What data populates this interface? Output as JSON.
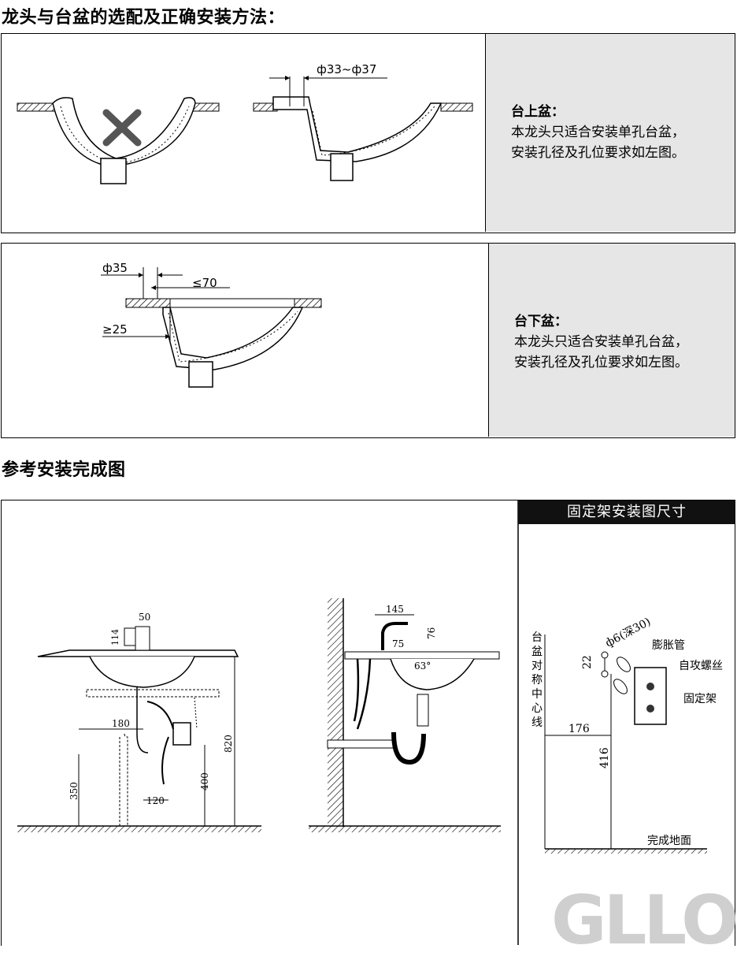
{
  "sections": {
    "title1": "龙头与台盆的选配及正确安装方法：",
    "title2": "参考安装完成图"
  },
  "above_counter": {
    "title": "台上盆：",
    "line1": "本龙头只适合安装单孔台盆，",
    "line2": "安装孔径及孔位要求如左图。",
    "dim_hole": "ф33~ф37"
  },
  "under_counter": {
    "title": "台下盆：",
    "line1": "本龙头只适合安装单孔台盆，",
    "line2": "安装孔径及孔位要求如左图。",
    "dim_hole": "ф35",
    "dim_offset": "≤70",
    "dim_min": "≥25"
  },
  "front_view": {
    "d50": "50",
    "d114": "114",
    "d180": "180",
    "d350": "350",
    "d120": "120",
    "d400": "400",
    "d820": "820"
  },
  "side_view": {
    "d145": "145",
    "d75": "75",
    "d76": "76",
    "d63": "63°"
  },
  "bracket": {
    "title": "固定架安装图尺寸",
    "center_label": "台盆对称中心线",
    "hole": "ф6(深30)",
    "expansion": "膨胀管",
    "screw": "自攻螺丝",
    "bracket": "固定架",
    "d22": "22",
    "d176": "176",
    "d416": "416",
    "floor": "完成地面"
  },
  "brand": "GLLO"
}
